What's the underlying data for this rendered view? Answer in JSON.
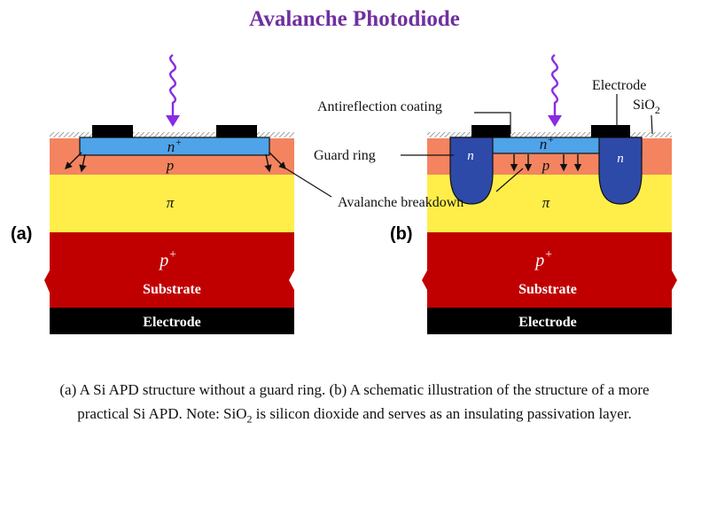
{
  "title": "Avalanche Photodiode",
  "panels": {
    "a": {
      "letter": "(a)",
      "n_plus": "n",
      "n_plus_sup": "+",
      "p_layer": "p",
      "pi_layer": "π",
      "substrate_label": "p",
      "substrate_sup": "+",
      "substrate_text": "Substrate",
      "electrode": "Electrode"
    },
    "b": {
      "letter": "(b)",
      "n_plus": "n",
      "n_plus_sup": "+",
      "p_layer": "p",
      "guard_n": "n",
      "pi_layer": "π",
      "substrate_label": "p",
      "substrate_sup": "+",
      "substrate_text": "Substrate",
      "electrode": "Electrode"
    }
  },
  "callouts": {
    "electrode": "Electrode",
    "sio2": "SiO",
    "sio2_sub": "2",
    "antireflection": "Antireflection coating",
    "guard_ring": "Guard ring",
    "avalanche": "Avalanche breakdown"
  },
  "caption": {
    "part1": "(a) A Si APD structure without a guard ring. (b) A schematic illustration of the structure of a more practical Si  APD. Note: SiO",
    "sub": "2",
    "part2": " is silicon dioxide and serves as an insulating passivation layer."
  },
  "colors": {
    "title": "#7030a0",
    "photon": "#8b2be2",
    "n_plus": "#4fa3e8",
    "p_layer": "#f4845f",
    "pi_layer": "#ffee4a",
    "substrate": "#c00000",
    "guard_ring": "#2e4aa8",
    "electrode": "#000000"
  }
}
